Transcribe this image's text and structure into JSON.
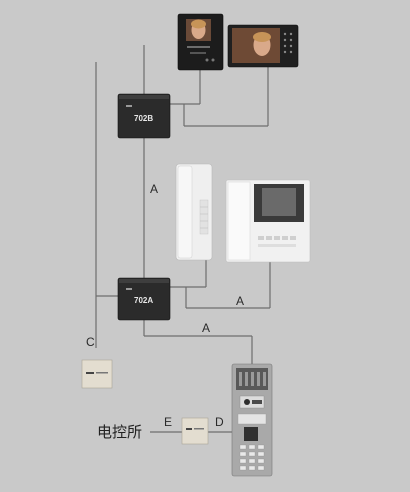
{
  "devices": {
    "distributor_top": {
      "label": "702B"
    },
    "distributor_bottom": {
      "label": "702A"
    }
  },
  "wires": {
    "label_a_mid": "A",
    "label_a_right": "A",
    "label_a_lower": "A",
    "label_c": "C",
    "label_e": "E",
    "label_d": "D"
  },
  "power_station": {
    "label": "电控所"
  },
  "colors": {
    "background": "#c9c9c9",
    "wire": "#6e6e6e",
    "distributor": "#2b2b2b",
    "monitor_frame": "#1e1e1e",
    "panel_silver": "#a9a9a9"
  }
}
